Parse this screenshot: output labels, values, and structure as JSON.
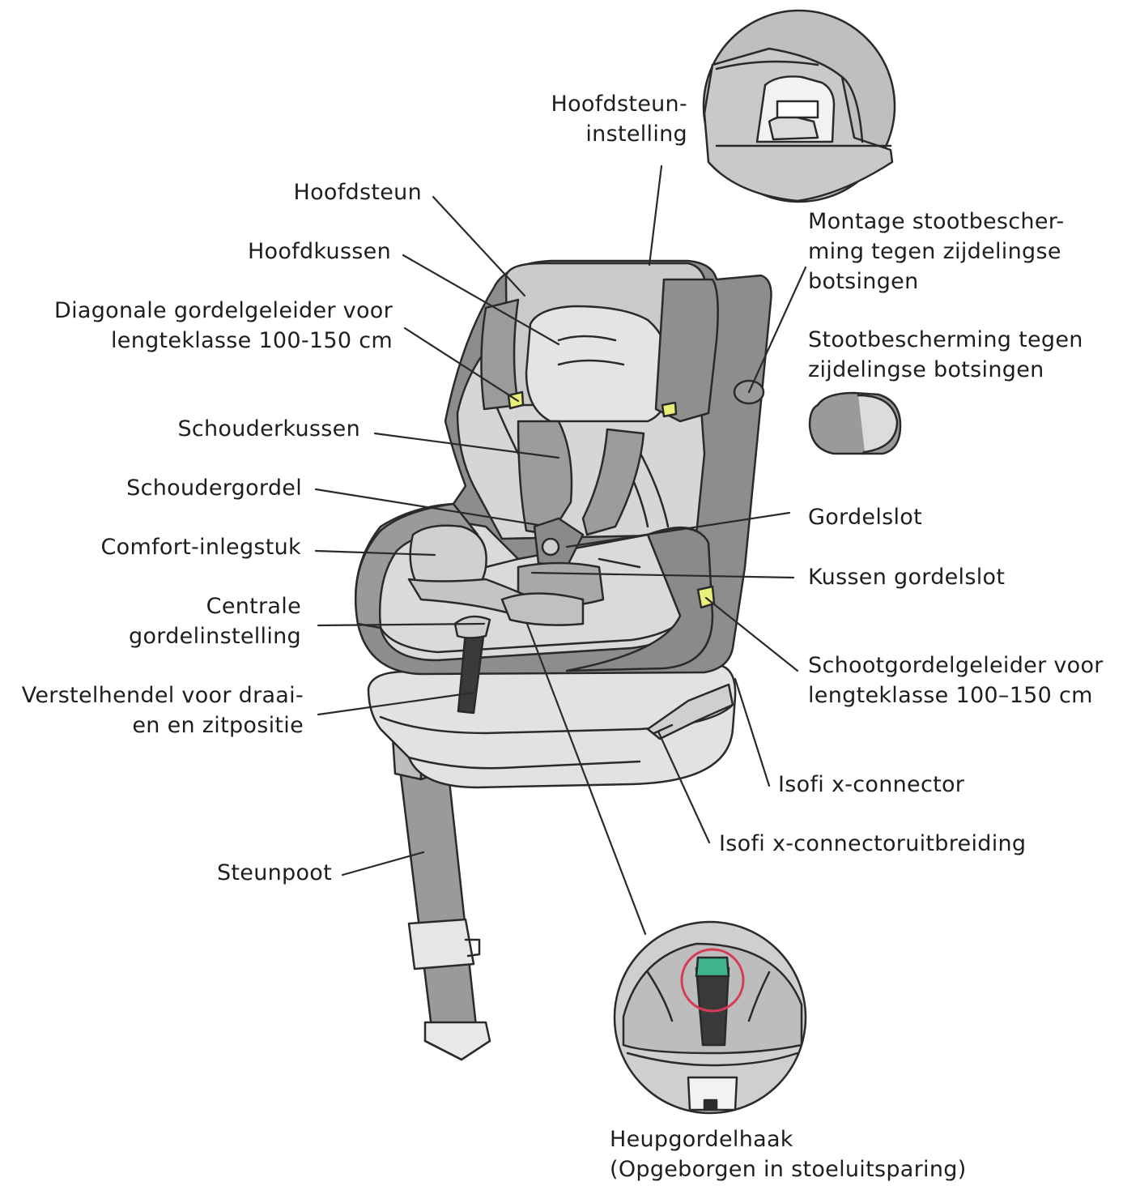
{
  "labels": {
    "hoofdsteun_instelling": [
      "Hoofdsteun-",
      "instelling"
    ],
    "hoofdsteun": [
      "Hoofdsteun"
    ],
    "hoofdkussen": [
      "Hoofdkussen"
    ],
    "diagonale_gordelgeleider": [
      "Diagonale gordelgeleider voor",
      "lengteklasse 100-150 cm"
    ],
    "schouderkussen": [
      "Schouderkussen"
    ],
    "schoudergordel": [
      "Schoudergordel"
    ],
    "comfort_inlegstuk": [
      "Comfort-inlegstuk"
    ],
    "centrale_gordelinstelling": [
      "Centrale",
      "gordelinstelling"
    ],
    "verstelhendel": [
      "Verstelhendel voor draai-",
      "en en zitpositie"
    ],
    "steunpoot": [
      "Steunpoot"
    ],
    "montage_stootbescherming": [
      "Montage stootbescher-",
      "ming tegen zijdelingse",
      "botsingen"
    ],
    "stootbescherming": [
      "Stootbescherming tegen",
      "zijdelingse botsingen"
    ],
    "gordelslot": [
      "Gordelslot"
    ],
    "kussen_gordelslot": [
      "Kussen gordelslot"
    ],
    "schootgordelgeleider": [
      "Schootgordelgeleider voor",
      "lengteklasse 100–150 cm"
    ],
    "isofix_connector": [
      "Isofi x-connector"
    ],
    "isofix_uitbreiding": [
      "Isofi x-connectoruitbreiding"
    ],
    "heupgordelhaak": [
      "Heupgordelhaak",
      "(Opgeborgen in stoeluitsparing)"
    ]
  },
  "colors": {
    "shell_dark": "#8a8a8a",
    "shell_mid": "#b5b5b5",
    "fabric_light": "#d8d8d8",
    "fabric_lighter": "#ececec",
    "outline": "#2a2a2a",
    "belt_guide": "#e8f07a",
    "highlight_ring": "#d63a55",
    "clip_green": "#3fb38a"
  },
  "icons": [
    "magnifier-headrest-adjust",
    "magnifier-belt-hook",
    "side-impact-pad"
  ]
}
